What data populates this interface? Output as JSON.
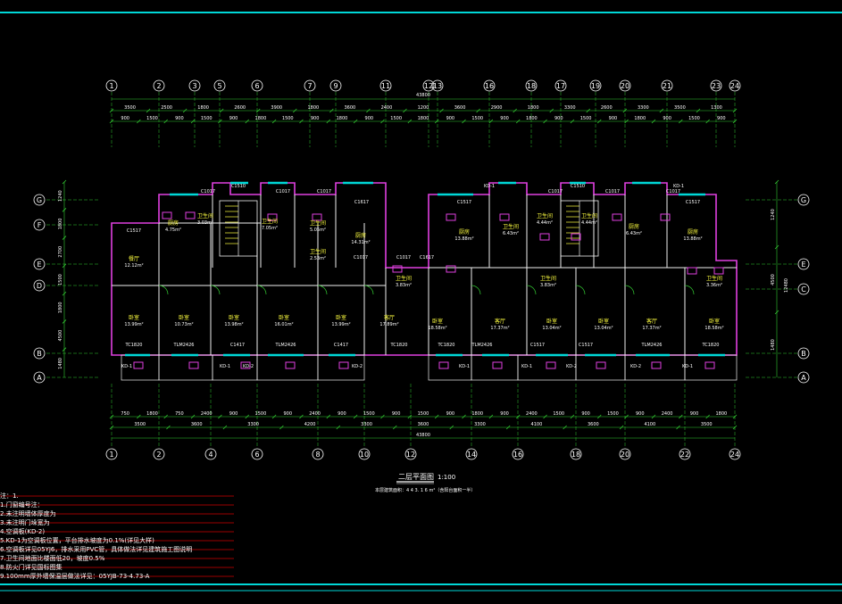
{
  "drawing": {
    "title": "二层平面图",
    "scale": "1:100",
    "area_note": "本层建筑面积：4 4 3. 1 6 m²（含阳台面积一半）",
    "total_width": "43800",
    "total_depth": "12480"
  },
  "axes": {
    "columns": [
      "1",
      "2",
      "3",
      "5",
      "6",
      "7",
      "9",
      "11",
      "12",
      "13",
      "16",
      "18",
      "17",
      "19",
      "20",
      "21",
      "23",
      "24"
    ],
    "columns_bottom": [
      "1",
      "2",
      "4",
      "6",
      "8",
      "10",
      "12",
      "14",
      "16",
      "18",
      "20",
      "22",
      "24"
    ],
    "rows": [
      "G",
      "F",
      "E",
      "D",
      "B",
      "A"
    ],
    "rows_right": [
      "G",
      "E",
      "C",
      "B",
      "A"
    ]
  },
  "dimensions": {
    "top_row1": [
      "3500",
      "2500",
      "1800",
      "2600",
      "3900",
      "1800",
      "3600",
      "2400",
      "1200",
      "3600",
      "2900",
      "1800",
      "3300",
      "2600",
      "3300",
      "3500",
      "1300"
    ],
    "top_row2": [
      "900",
      "1500",
      "900",
      "1500",
      "900",
      "1800",
      "1500",
      "900",
      "1800",
      "900",
      "1500",
      "1800",
      "900",
      "1500",
      "900",
      "1800",
      "900",
      "1500",
      "900",
      "1800",
      "900",
      "1500",
      "900"
    ],
    "bottom_row1": [
      "750",
      "1800",
      "750",
      "2400",
      "900",
      "1500",
      "900",
      "2400",
      "900",
      "1500",
      "900",
      "1500",
      "900",
      "1800",
      "900",
      "2400",
      "1500",
      "900",
      "1500",
      "900",
      "2400",
      "900",
      "1800"
    ],
    "bottom_row2": [
      "3500",
      "3600",
      "3300",
      "4200",
      "3300",
      "3600",
      "3300",
      "4100",
      "3600",
      "4100",
      "3500"
    ],
    "left": [
      "1240",
      "1800",
      "2700",
      "1500",
      "1800",
      "4500",
      "1480"
    ],
    "right": [
      "1240",
      "4500",
      "1480",
      "12480"
    ]
  },
  "rooms": [
    {
      "name": "厨房",
      "area": "4.75m²"
    },
    {
      "name": "卫生间",
      "area": "3.03m²"
    },
    {
      "name": "餐厅",
      "area": "12.12m²"
    },
    {
      "name": "卧室",
      "area": "13.99m²"
    },
    {
      "name": "卧室",
      "area": "10.73m²"
    },
    {
      "name": "卧室",
      "area": "13.98m²"
    },
    {
      "name": "卧室",
      "area": "16.01m²"
    },
    {
      "name": "卧室",
      "area": "13.99m²"
    },
    {
      "name": "卫生间",
      "area": "7.05m²"
    },
    {
      "name": "卫生间",
      "area": "5.05m²"
    },
    {
      "name": "厨房",
      "area": "14.31m²"
    },
    {
      "name": "卫生间",
      "area": "2.53m²"
    },
    {
      "name": "客厅",
      "area": "17.89m²"
    },
    {
      "name": "卧室",
      "area": "18.58m²"
    },
    {
      "name": "厨房",
      "area": "13.88m²"
    },
    {
      "name": "卫生间",
      "area": "6.43m²"
    },
    {
      "name": "卫生间",
      "area": "4.44m²"
    },
    {
      "name": "卫生间",
      "area": "4.44m²"
    },
    {
      "name": "厨房",
      "area": "6.43m²"
    },
    {
      "name": "厨房",
      "area": "13.88m²"
    },
    {
      "name": "客厅",
      "area": "17.37m²"
    },
    {
      "name": "卧室",
      "area": "13.04m²"
    },
    {
      "name": "卧室",
      "area": "13.04m²"
    },
    {
      "name": "客厅",
      "area": "17.37m²"
    },
    {
      "name": "卧室",
      "area": "18.58m²"
    },
    {
      "name": "卫生间",
      "area": "3.36m²"
    },
    {
      "name": "卫生间",
      "area": "3.83m²"
    },
    {
      "name": "卫生间",
      "area": "3.83m²"
    }
  ],
  "window_tags": [
    "C1517",
    "C1017",
    "C1510",
    "C1017",
    "C1017",
    "C1617",
    "C1017",
    "C1517",
    "C1510",
    "C1017",
    "C1017",
    "C1517",
    "C1617",
    "C1017",
    "C1017",
    "TC1820",
    "TLM2426",
    "C1417",
    "TLM2426",
    "C1417",
    "TC1820",
    "TC1820",
    "TLM2426",
    "C1517",
    "C1517",
    "TLM2426",
    "TC1820",
    "KD-1",
    "KD-2",
    "KD-1",
    "KD-2",
    "KD-1",
    "KD-1",
    "KD-1",
    "KD-2",
    "KD-1",
    "KD-2",
    "KD-1"
  ],
  "notes": [
    "注：1.",
    "1.门窗编号注：",
    "2.未注明墙体厚度为",
    "3.未注明门垛宽为",
    "4.空调板(KD-2)",
    "5.KD-1为空调板位置，平台排水坡度为0.1%(详见大样)",
    "6.空调板详见05YJ6，排水采用PVC管，具体做法详见建筑施工图说明",
    "7.卫生间地面比楼面低20，坡度0.5%",
    "8.防火门详见国标图集",
    "9.100mm厚外墙保温层做法详见：05YJB-73-4.73-A"
  ]
}
